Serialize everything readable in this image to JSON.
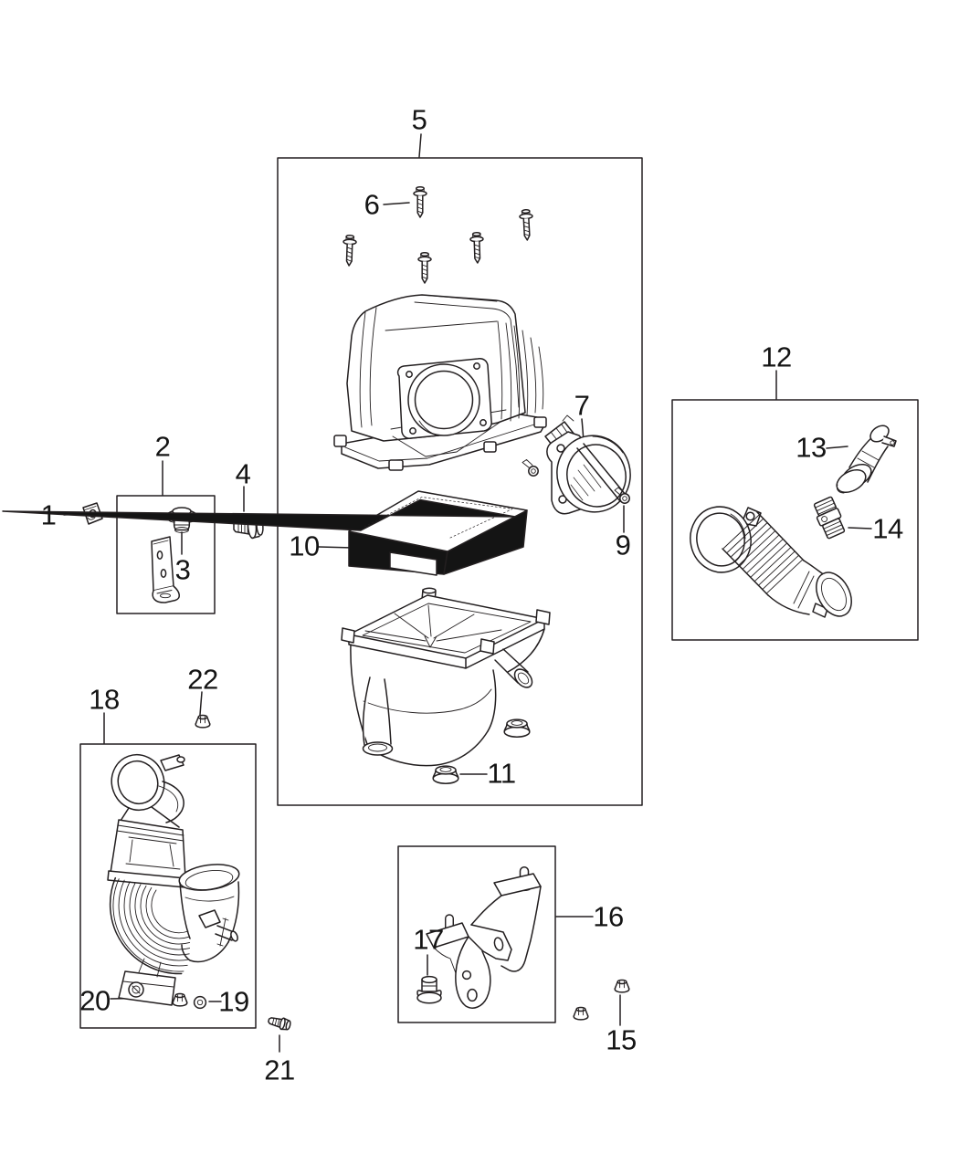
{
  "figure": {
    "background_color": "#ffffff",
    "line_color": "#231f20",
    "filter_fill_color": "#141414",
    "callouts": {
      "c1": "1",
      "c2": "2",
      "c3": "3",
      "c4": "4",
      "c5": "5",
      "c6": "6",
      "c7": "7",
      "c9": "9",
      "c10": "10",
      "c11": "11",
      "c12": "12",
      "c13": "13",
      "c14": "14",
      "c15": "15",
      "c16": "16",
      "c17": "17",
      "c18": "18",
      "c19": "19",
      "c20": "20",
      "c21": "21",
      "c22": "22"
    }
  }
}
